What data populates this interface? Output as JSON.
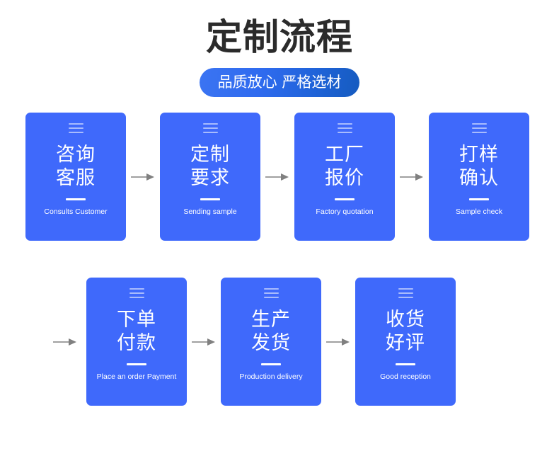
{
  "header": {
    "title": "定制流程",
    "badge": "品质放心 严格选材"
  },
  "colors": {
    "card_blue": "#3f69fb",
    "badge_gradient_start": "#3b74f2",
    "badge_gradient_end": "#155bbf",
    "title_text": "#2b2b2b",
    "arrow_gray": "#808080",
    "page_background": "#ffffff"
  },
  "flow": {
    "icon_name": "hamburger-menu-icon",
    "arrow_icon_name": "arrow-right-icon",
    "rows": [
      {
        "lead_arrow": false,
        "steps": [
          {
            "cn": "咨询\n客服",
            "cn_line1": "咨询",
            "cn_line2": "客服",
            "en": "Consults Customer"
          },
          {
            "cn": "定制\n要求",
            "cn_line1": "定制",
            "cn_line2": "要求",
            "en": "Sending sample"
          },
          {
            "cn": "工厂\n报价",
            "cn_line1": "工厂",
            "cn_line2": "报价",
            "en": "Factory quotation"
          },
          {
            "cn": "打样\n确认",
            "cn_line1": "打样",
            "cn_line2": "确认",
            "en": "Sample check"
          }
        ]
      },
      {
        "lead_arrow": true,
        "steps": [
          {
            "cn": "下单\n付款",
            "cn_line1": "下单",
            "cn_line2": "付款",
            "en": "Place an order Payment"
          },
          {
            "cn": "生产\n发货",
            "cn_line1": "生产",
            "cn_line2": "发货",
            "en": "Production delivery"
          },
          {
            "cn": "收货\n好评",
            "cn_line1": "收货",
            "cn_line2": "好评",
            "en": "Good reception"
          }
        ]
      }
    ]
  }
}
